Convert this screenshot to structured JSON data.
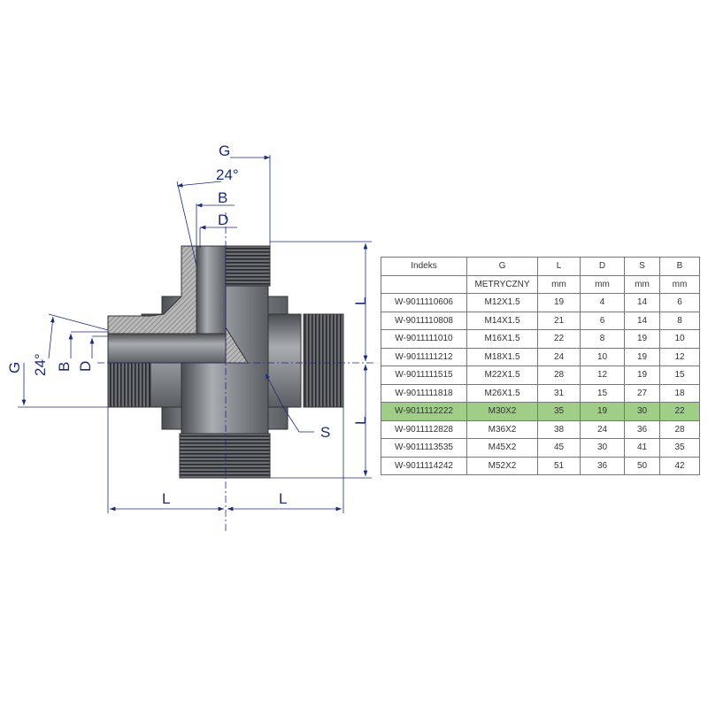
{
  "drawing": {
    "labels": {
      "G_top": "G",
      "angle_top": "24°",
      "B_top": "B",
      "D_top": "D",
      "L_right_upper": "L",
      "L_right_lower": "L",
      "S": "S",
      "G_left": "G",
      "angle_left": "24°",
      "B_left": "B",
      "D_left": "D",
      "L_bottom_left": "L",
      "L_bottom_right": "L"
    },
    "colors": {
      "dimension": "#1c2a7a",
      "body": "#8a8d92",
      "thread": "#3a3c40",
      "highlight": "#9fcf86"
    }
  },
  "table": {
    "headers": [
      "Indeks",
      "G",
      "L",
      "D",
      "S",
      "B"
    ],
    "units": [
      "",
      "METRYCZNY",
      "mm",
      "mm",
      "mm",
      "mm"
    ],
    "highlighted_index": "W-9011112222",
    "rows": [
      [
        "W-9011110606",
        "M12X1.5",
        "19",
        "4",
        "14",
        "6"
      ],
      [
        "W-9011110808",
        "M14X1.5",
        "21",
        "6",
        "14",
        "8"
      ],
      [
        "W-9011111010",
        "M16X1.5",
        "22",
        "8",
        "19",
        "10"
      ],
      [
        "W-9011111212",
        "M18X1.5",
        "24",
        "10",
        "19",
        "12"
      ],
      [
        "W-9011111515",
        "M22X1.5",
        "28",
        "12",
        "19",
        "15"
      ],
      [
        "W-9011111818",
        "M26X1.5",
        "31",
        "15",
        "27",
        "18"
      ],
      [
        "W-9011112222",
        "M30X2",
        "35",
        "19",
        "30",
        "22"
      ],
      [
        "W-9011112828",
        "M36X2",
        "38",
        "24",
        "36",
        "28"
      ],
      [
        "W-9011113535",
        "M45X2",
        "45",
        "30",
        "41",
        "35"
      ],
      [
        "W-9011114242",
        "M52X2",
        "51",
        "36",
        "50",
        "42"
      ]
    ]
  }
}
